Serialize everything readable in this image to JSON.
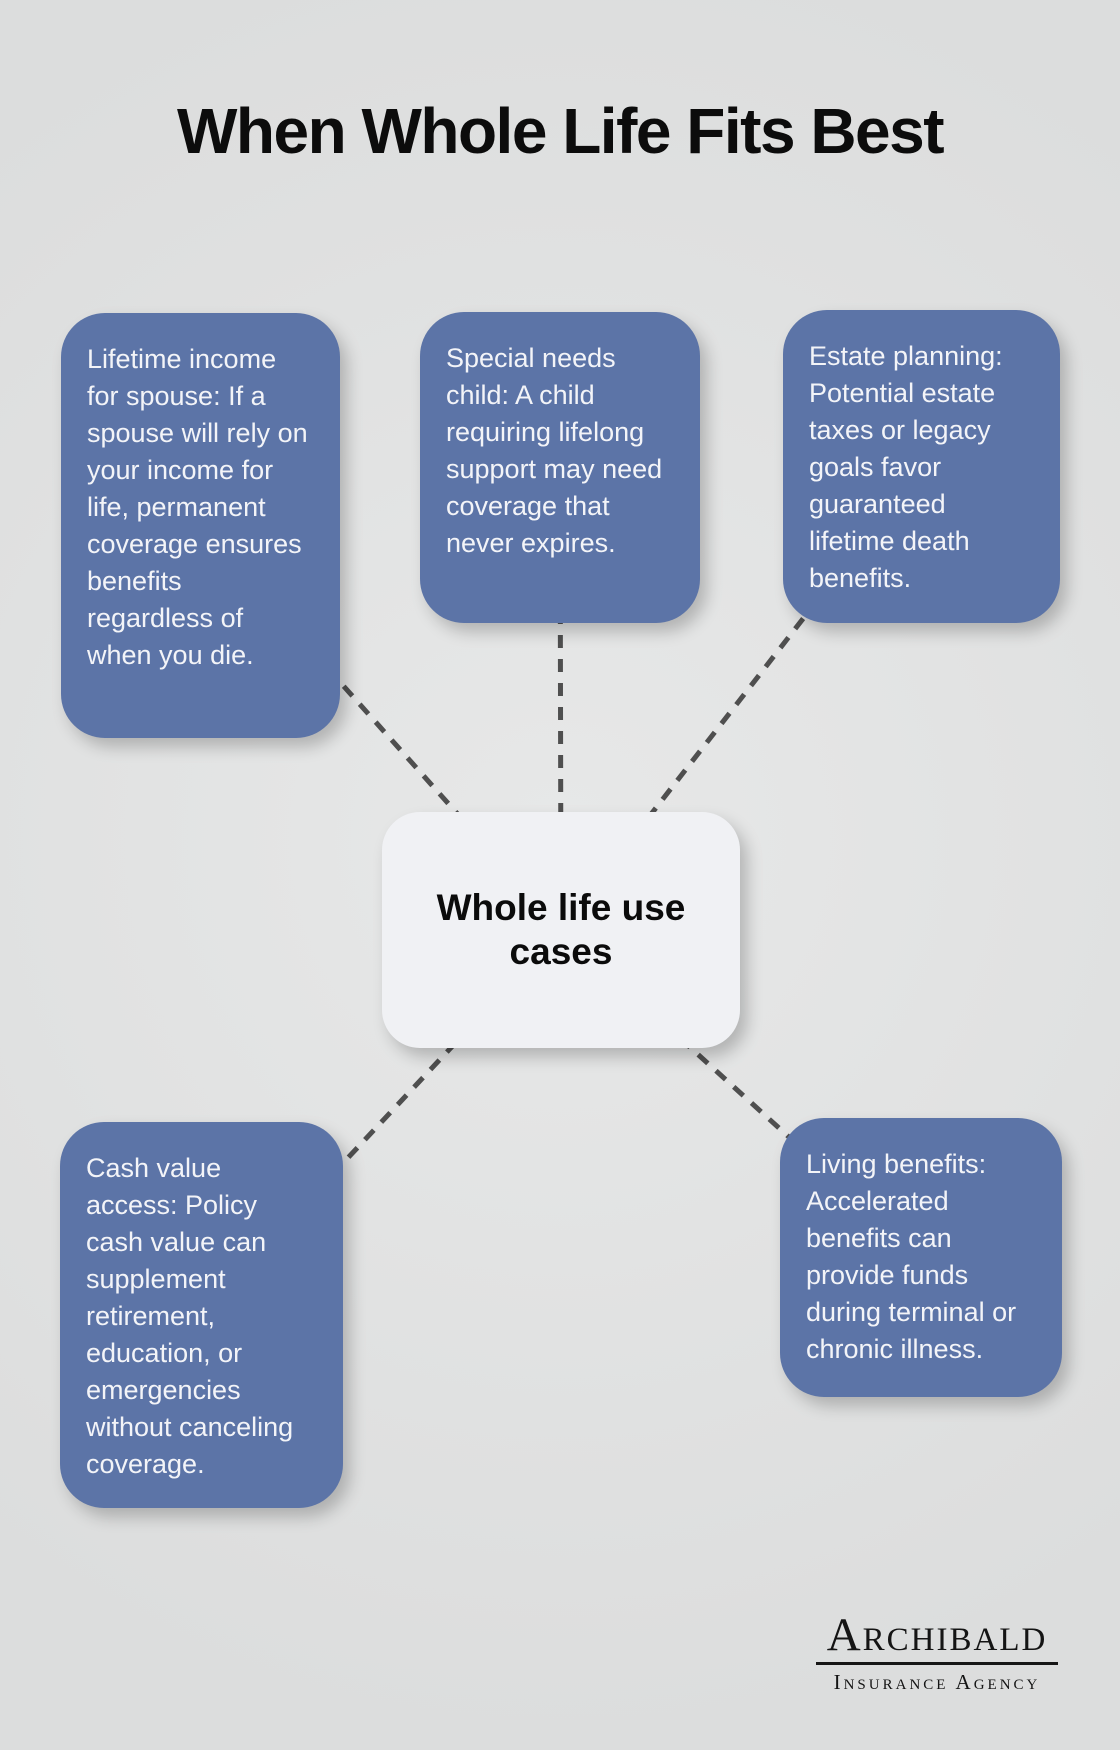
{
  "title": "When Whole Life Fits Best",
  "center": {
    "label": "Whole life use cases"
  },
  "nodes": [
    {
      "id": "lifetime-income-for-spouse",
      "text": "Lifetime income for spouse: If a spouse will rely on your income for life, permanent coverage ensures benefits regardless of when you die."
    },
    {
      "id": "special-needs-child",
      "text": "Special needs child: A child requiring lifelong support may need coverage that never expires."
    },
    {
      "id": "estate-planning",
      "text": "Estate planning: Potential estate taxes or legacy goals favor guaranteed lifetime death benefits."
    },
    {
      "id": "cash-value-access",
      "text": "Cash value access: Policy cash value can supplement retirement, education, or emergencies without canceling coverage."
    },
    {
      "id": "living-benefits",
      "text": "Living benefits: Accelerated benefits can provide funds during terminal or chronic illness."
    }
  ],
  "logo": {
    "name": "Archibald",
    "tagline": "Insurance Agency"
  },
  "colors": {
    "background": "#e1e2e2",
    "node_fill": "#5c74a7",
    "node_text": "#f3f4f8",
    "center_fill": "#f0f1f4",
    "connector": "#4f4f4f",
    "title_text": "#0c0c0c",
    "logo_text": "#141414"
  }
}
